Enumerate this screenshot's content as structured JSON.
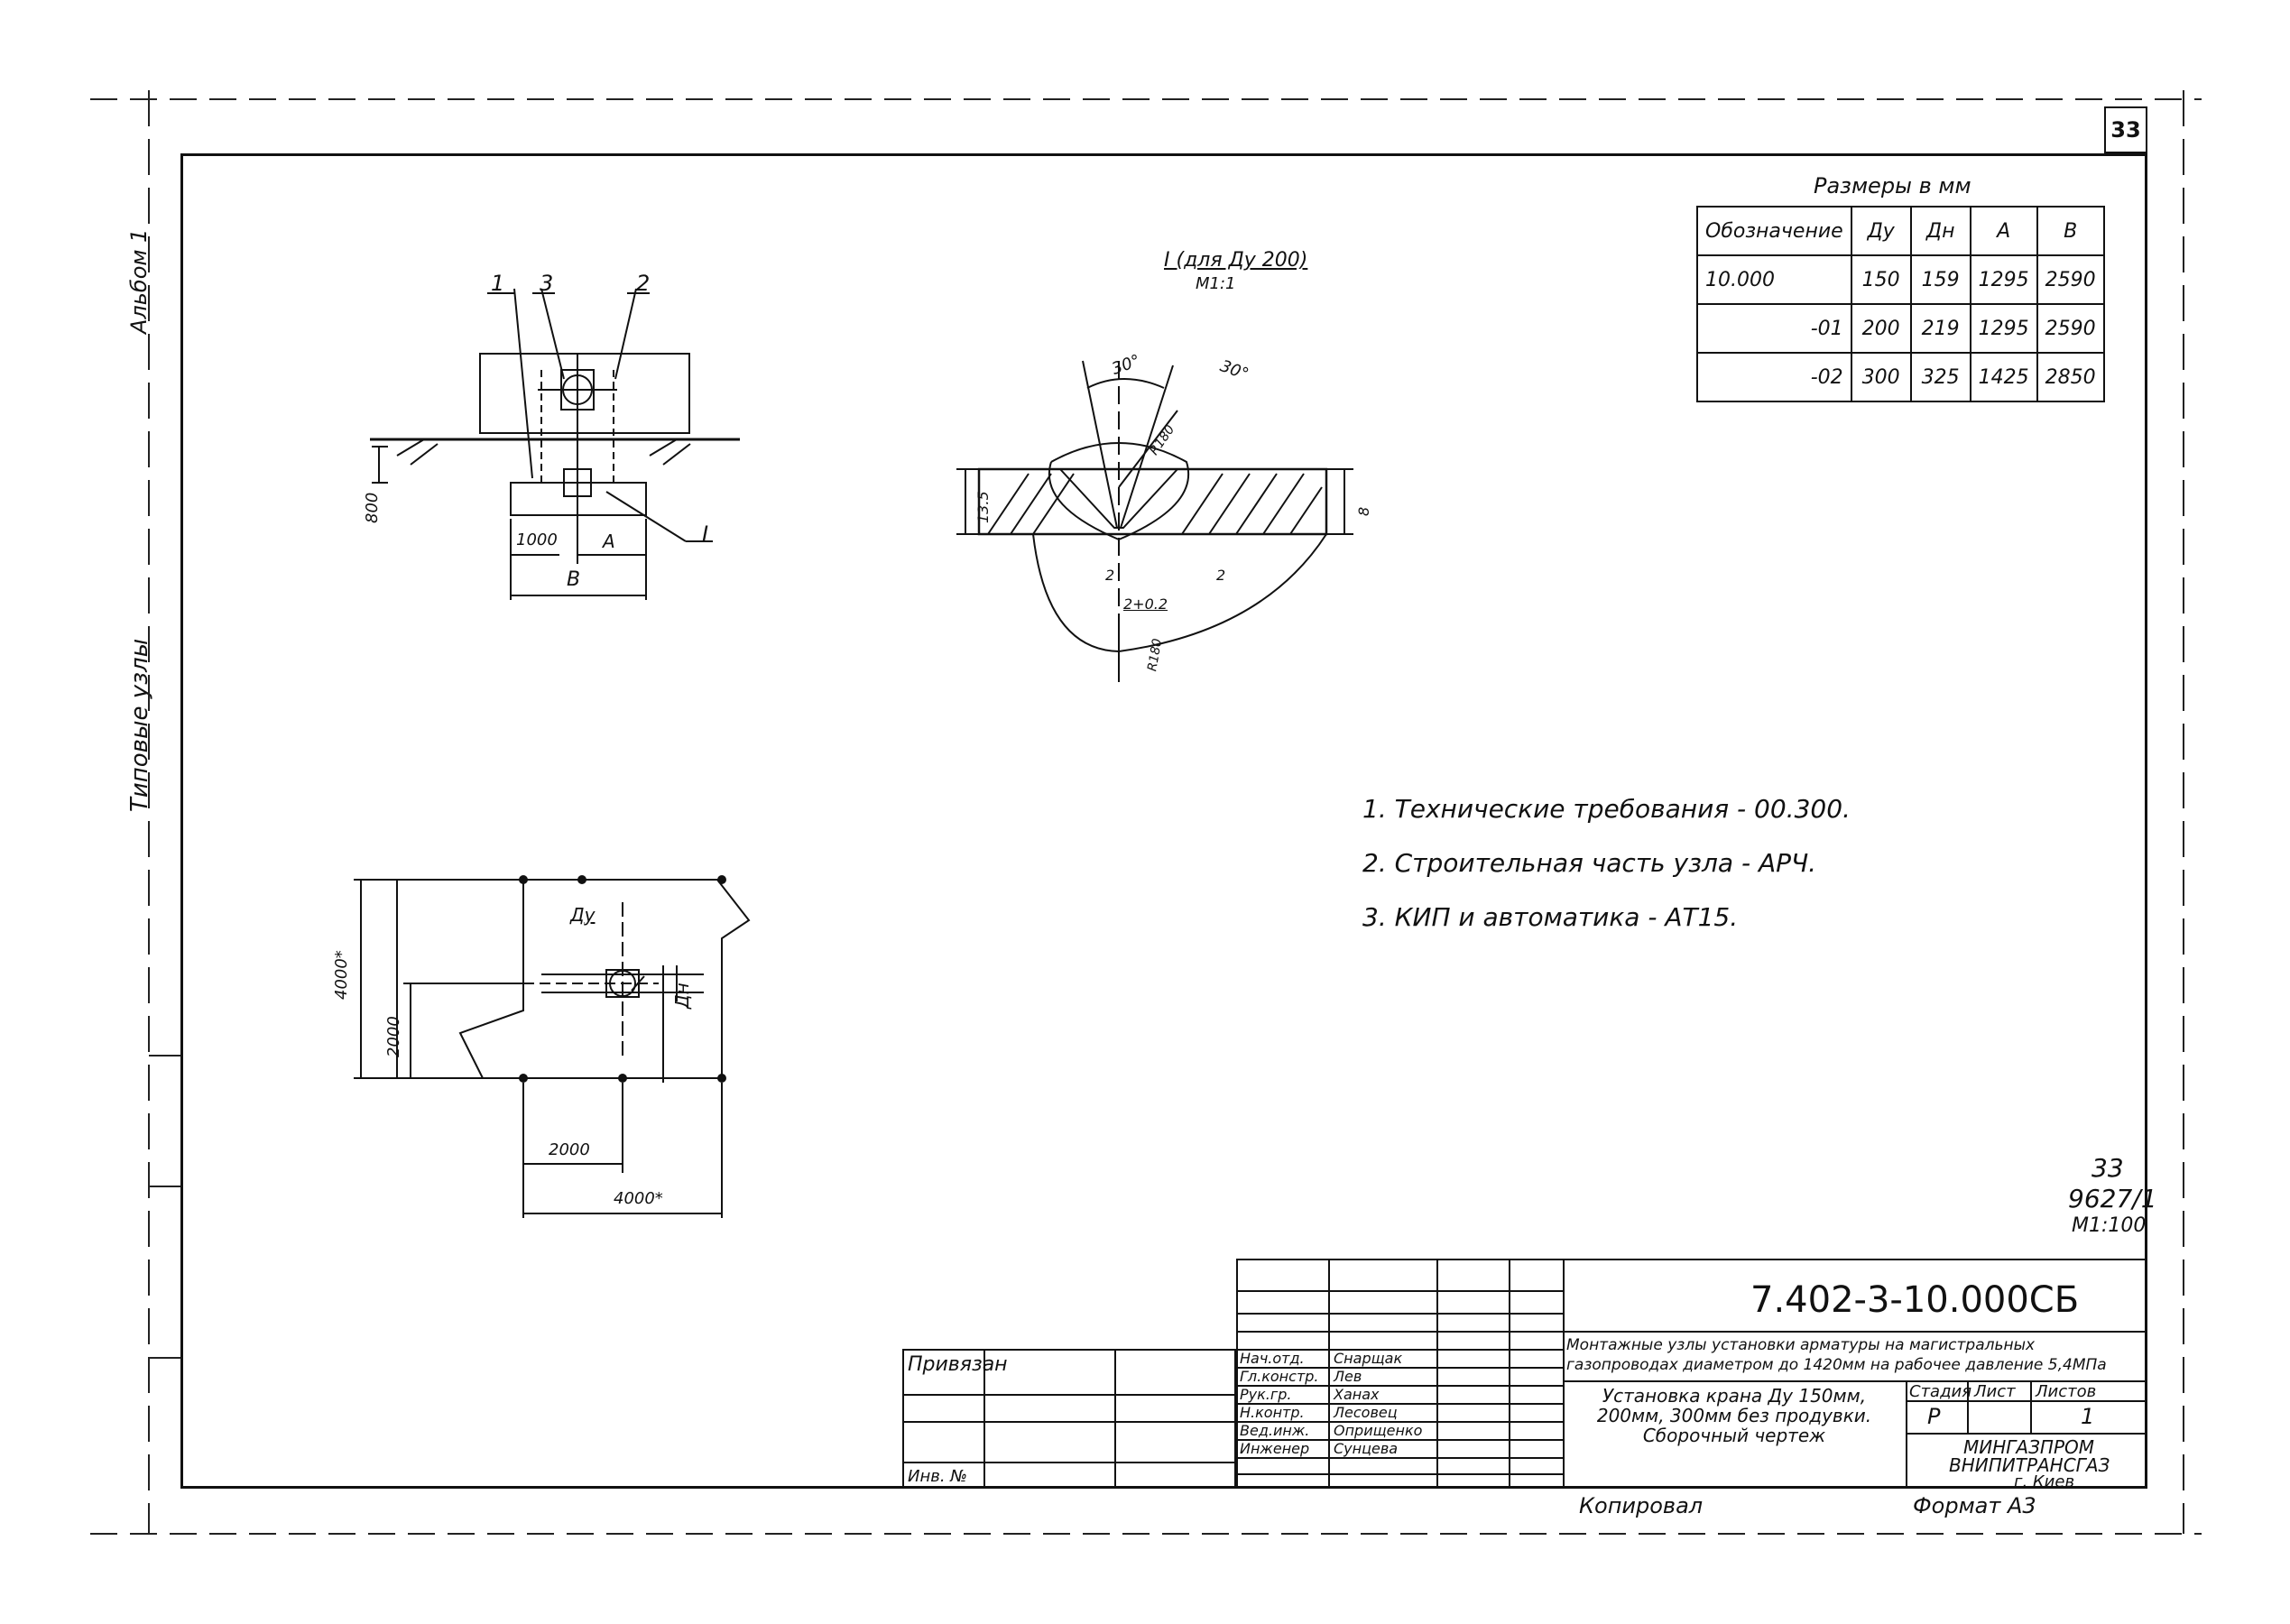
{
  "sheet": {
    "number_badge": "33",
    "side_label_album": "Альбом 1",
    "side_label_series": "Типовые узлы"
  },
  "section_detail": {
    "title": "I (для Ду 200)",
    "scale": "М1:1",
    "angle_left": "30°",
    "angle_right": "30°",
    "radius_top": "R180",
    "radius_bottom": "R180",
    "dim_height": "13.5",
    "dim_thickness": "8",
    "dim_gap_left": "2",
    "dim_gap_right": "2",
    "dim_root": "2+0.2"
  },
  "elevation_view": {
    "callouts": [
      "1",
      "3",
      "2"
    ],
    "detail_ref": "I",
    "dim_depth": "800",
    "dim_left": "1000",
    "dim_a": "А",
    "dim_b": "В"
  },
  "plan_view": {
    "label_dy": "Ду",
    "label_dn": "Дн",
    "dim_height_total": "4000*",
    "dim_height_half": "2000",
    "dim_width_half": "2000",
    "dim_width_total": "4000*"
  },
  "dimensions_table": {
    "caption": "Размеры в мм",
    "headers": [
      "Обозначение",
      "Ду",
      "Дн",
      "А",
      "В"
    ],
    "rows": [
      [
        "10.000",
        "150",
        "159",
        "1295",
        "2590"
      ],
      [
        "-01",
        "200",
        "219",
        "1295",
        "2590"
      ],
      [
        "-02",
        "300",
        "325",
        "1425",
        "2850"
      ]
    ]
  },
  "notes": [
    "1. Технические требования - 00.300.",
    "2. Строительная часть узла - АРЧ.",
    "3. КИП и автоматика - АТ15."
  ],
  "stamp_note": {
    "line1": "33",
    "line2": "9627/1",
    "line3": "М1:100"
  },
  "title_block": {
    "document_code": "7.402-3-10.000СБ",
    "project_title": "Монтажные узлы установки арматуры на магистральных газопроводах диаметром до 1420мм на рабочее давление 5,4МПа",
    "drawing_title": "Установка крана Ду 150мм, 200мм, 300мм без продувки. Сборочный чертеж",
    "stage_header": "Стадия",
    "sheet_header": "Лист",
    "sheets_header": "Листов",
    "stage_value": "Р",
    "sheet_value": "",
    "sheets_value": "1",
    "organization_line1": "МИНГАЗПРОМ",
    "organization_line2": "ВНИПИТРАНСГАЗ",
    "organization_line3": "г. Киев",
    "privyazan": "Привязан",
    "inv_no": "Инв. №",
    "roles": [
      "Нач.отд.",
      "Гл.констр.",
      "Рук.гр.",
      "Н.контр.",
      "Вед.инж.",
      "Инженер"
    ],
    "names": [
      "Снарщак",
      "Лев",
      "Ханах",
      "Лесовец",
      "Оприщенко",
      "Сунцева"
    ]
  },
  "footer": {
    "copied_by": "Копировал",
    "format": "Формат А3"
  }
}
